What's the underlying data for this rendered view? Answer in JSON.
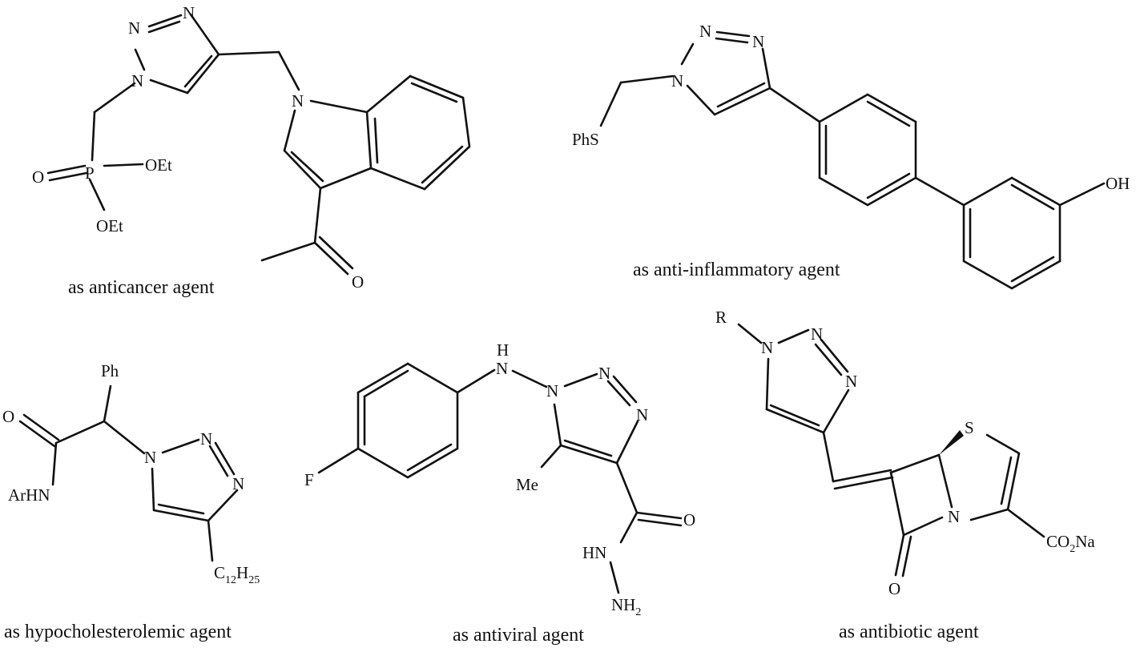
{
  "molecules": [
    {
      "caption": "as anticancer agent",
      "atoms": {
        "n1": "N",
        "n2": "N",
        "n3": "N",
        "n_indole": "N",
        "p": "P",
        "o_double": "O",
        "oet_right": "OEt",
        "oet_bottom": "OEt",
        "o_acetyl": "O"
      }
    },
    {
      "caption": "as anti-inflammatory agent",
      "atoms": {
        "n1": "N",
        "n2": "N",
        "n3": "N",
        "phs": "PhS",
        "oh": "OH"
      }
    },
    {
      "caption": "as hypocholesterolemic agent",
      "atoms": {
        "n1": "N",
        "n2": "N",
        "n3": "N",
        "o": "O",
        "ph": "Ph",
        "arhn": "ArHN",
        "alkyl_c": "C",
        "alkyl_c_sub": "12",
        "alkyl_h": "H",
        "alkyl_h_sub": "25"
      }
    },
    {
      "caption": "as antiviral agent",
      "atoms": {
        "n1": "N",
        "n2": "N",
        "n3": "N",
        "nh_h": "H",
        "nh_n": "N",
        "f": "F",
        "me": "Me",
        "o": "O",
        "hn": "HN",
        "nh2": "NH",
        "nh2_sub": "2"
      }
    },
    {
      "caption": "as antibiotic agent",
      "atoms": {
        "r": "R",
        "n1": "N",
        "n2": "N",
        "n3": "N",
        "s": "S",
        "n_lactam": "N",
        "o": "O",
        "co2na_pre": "CO",
        "co2na_sub": "2",
        "co2na_post": "Na"
      }
    }
  ]
}
